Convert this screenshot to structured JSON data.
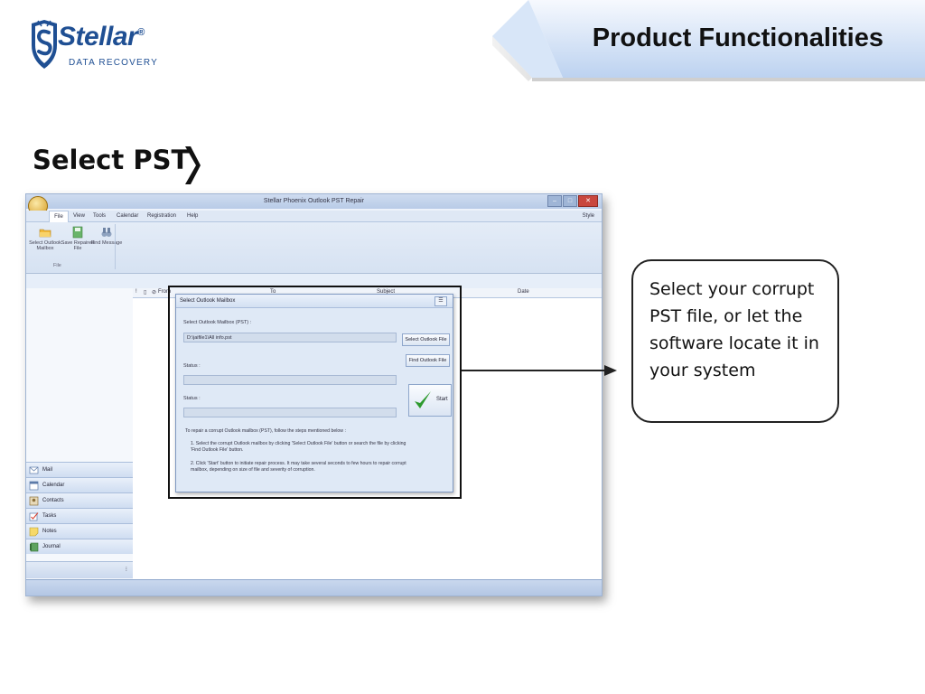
{
  "brand": {
    "name": "Stellar",
    "registered": "®",
    "tagline": "DATA RECOVERY"
  },
  "header": {
    "title": "Product Functionalities"
  },
  "section": {
    "title": "Select PST"
  },
  "callout": {
    "text": "Select your corrupt PST file, or let the software locate it in your system"
  },
  "app": {
    "window_title": "Stellar Phoenix Outlook PST Repair",
    "menu": [
      "File",
      "View",
      "Tools",
      "Calendar",
      "Registration",
      "Help"
    ],
    "style_label": "Style",
    "ribbon": {
      "buttons": [
        {
          "label": "Select Outlook Mailbox",
          "icon": "folder-open-icon"
        },
        {
          "label": "Save Repaired File",
          "icon": "save-icon"
        },
        {
          "label": "Find Message",
          "icon": "binoculars-icon"
        }
      ],
      "group_label": "File"
    },
    "list_columns": {
      "from": "From",
      "to": "To",
      "subject": "Subject",
      "date": "Date"
    },
    "nav": [
      {
        "label": "Mail",
        "icon": "mail-icon"
      },
      {
        "label": "Calendar",
        "icon": "calendar-icon"
      },
      {
        "label": "Contacts",
        "icon": "contacts-icon"
      },
      {
        "label": "Tasks",
        "icon": "tasks-icon"
      },
      {
        "label": "Notes",
        "icon": "notes-icon"
      },
      {
        "label": "Journal",
        "icon": "journal-icon"
      }
    ],
    "dialog": {
      "title": "Select Outlook Mailbox",
      "mailbox_label": "Select Outlook Mailbox (PST) :",
      "path_value": "D:\\jaifile1\\All info.pst",
      "select_button": "Select Outlook File",
      "find_button": "Find Outlook File",
      "status_label_1": "Status :",
      "status_label_2": "Status :",
      "start_button": "Start",
      "instructions_intro": "To repair a corrupt Outlook mailbox (PST), follow the steps mentioned below :",
      "step_1": "1. Select the corrupt Outlook mailbox by clicking 'Select Outlook File' button or search the file by clicking 'Find Outlook File' button.",
      "step_2": "2. Click 'Start' button to initiate repair process. It may take several seconds to few hours to repair corrupt mailbox, depending on size of file and severity of corruption."
    }
  },
  "colors": {
    "brand_blue": "#1f4f93",
    "banner_blue": "#c9dbf3",
    "check_green": "#2e9a2e"
  }
}
